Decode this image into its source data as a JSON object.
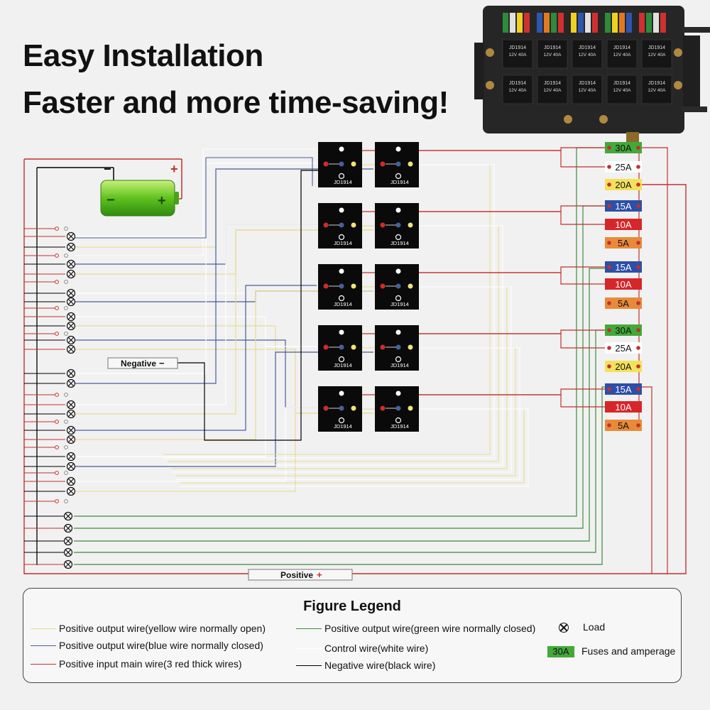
{
  "header": {
    "line1": "Easy Installation",
    "line2": "Faster and more time-saving!"
  },
  "battery": {
    "minus": "−",
    "plus": "+",
    "minus_terminal": "−",
    "plus_terminal": "+"
  },
  "relays": [
    {
      "label": "JD1914"
    },
    {
      "label": "JD1914"
    },
    {
      "label": "JD1914"
    },
    {
      "label": "JD1914"
    },
    {
      "label": "JD1914"
    },
    {
      "label": "JD1914"
    },
    {
      "label": "JD1914"
    },
    {
      "label": "JD1914"
    },
    {
      "label": "JD1914"
    },
    {
      "label": "JD1914"
    }
  ],
  "fuses": [
    {
      "label": "30A",
      "color": "#44a83a"
    },
    {
      "label": "25A",
      "color": "#ffffff"
    },
    {
      "label": "20A",
      "color": "#f3e15b"
    },
    {
      "label": "15A",
      "color": "#2d4fa8"
    },
    {
      "label": "10A",
      "color": "#d9252a"
    },
    {
      "label": "5A",
      "color": "#e98a3a"
    },
    {
      "label": "15A",
      "color": "#2d4fa8"
    },
    {
      "label": "10A",
      "color": "#d9252a"
    },
    {
      "label": "5A",
      "color": "#e98a3a"
    },
    {
      "label": "30A",
      "color": "#44a83a"
    },
    {
      "label": "25A",
      "color": "#ffffff"
    },
    {
      "label": "20A",
      "color": "#f3e15b"
    },
    {
      "label": "15A",
      "color": "#2d4fa8"
    },
    {
      "label": "10A",
      "color": "#d9252a"
    },
    {
      "label": "5A",
      "color": "#e98a3a"
    }
  ],
  "labels": {
    "negative": "Negative",
    "negative_sign": "−",
    "positive": "Positive",
    "positive_sign": "+"
  },
  "fusebox": {
    "relay_line1": "JD1914",
    "relay_line2": "12V 40A",
    "blade_colors": [
      "#2e8b3a",
      "#e0e0e0",
      "#f0d020",
      "#d03030",
      "#2f55b0",
      "#e07a20",
      "#2e8b3a",
      "#d03030",
      "#f0d020",
      "#2f55b0",
      "#e0e0e0",
      "#d03030",
      "#2e8b3a",
      "#f0d020",
      "#e07a20",
      "#2f55b0",
      "#d03030",
      "#2e8b3a",
      "#e0e0e0",
      "#d03030"
    ]
  },
  "wire_colors": {
    "yellow": "#e8dc92",
    "blue": "#4a5d99",
    "red": "#c0312d",
    "green": "#3e8a3e",
    "white": "#ffffff",
    "black": "#000000"
  },
  "legend": {
    "title": "Figure Legend",
    "yellow": "Positive output wire(yellow wire normally open)",
    "blue": "Positive output wire(blue wire normally closed)",
    "red": "Positive input main wire(3 red thick wires)",
    "green": "Positive output wire(green wire normally closed)",
    "white": "Control wire(white wire)",
    "black": "Negative wire(black wire)",
    "load": "Load",
    "fuse_sample": "30A",
    "fuses": "Fuses and amperage"
  }
}
